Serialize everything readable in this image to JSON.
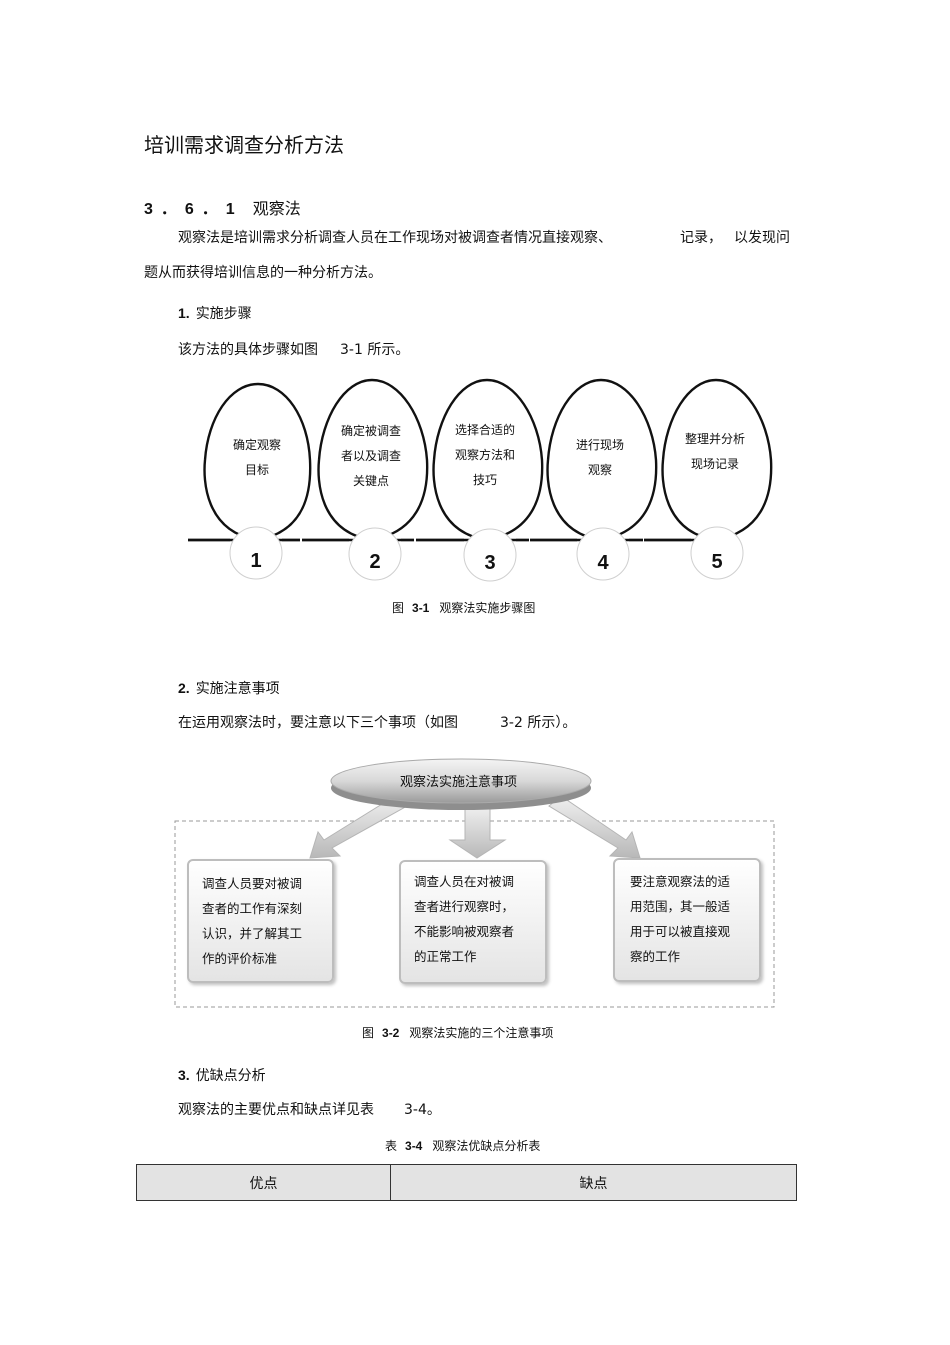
{
  "doc": {
    "title": "培训需求调查分析方法",
    "section": {
      "number": "3．6．1",
      "title": "观察法"
    },
    "intro": {
      "line1a": "观察法是培训需求分析调查人员在工作现场对被调查者情况直接观察、",
      "line1b": "记录，",
      "line1c": "以发现问",
      "line2": "题从而获得培训信息的一种分析方法。"
    },
    "step1": {
      "num": "1.",
      "heading": "实施步骤",
      "text_a": "该方法的具体步骤如图",
      "text_b": "3-1 所示。"
    },
    "fig1": {
      "steps": [
        {
          "num": "1",
          "line1": "确定观察",
          "line2": "目标",
          "line3": ""
        },
        {
          "num": "2",
          "line1": "确定被调查",
          "line2": "者以及调查",
          "line3": "关键点"
        },
        {
          "num": "3",
          "line1": "选择合适的",
          "line2": "观察方法和",
          "line3": "技巧"
        },
        {
          "num": "4",
          "line1": "进行现场",
          "line2": "观察",
          "line3": ""
        },
        {
          "num": "5",
          "line1": "整理并分析",
          "line2": "现场记录",
          "line3": ""
        }
      ],
      "caption": {
        "prefix": "图",
        "num": "3-1",
        "text": "观察法实施步骤图"
      }
    },
    "step2": {
      "num": "2.",
      "heading": "实施注意事项",
      "text_a": "在运用观察法时，要注意以下三个事项（如图",
      "text_b": "3-2 所示）。"
    },
    "fig2": {
      "disc_label": "观察法实施注意事项",
      "boxes": [
        {
          "text": "调查人员要对被调查者的工作有深刻认识，并了解其工作的评价标准"
        },
        {
          "text": "调查人员在对被调查者进行观察时，不能影响被观察者的正常工作"
        },
        {
          "text": "要注意观察法的适用范围，其一般适用于可以被直接观察的工作"
        }
      ],
      "caption": {
        "prefix": "图",
        "num": "3-2",
        "text": "观察法实施的三个注意事项"
      }
    },
    "step3": {
      "num": "3.",
      "heading": "优缺点分析",
      "text_a": "观察法的主要优点和缺点详见表",
      "text_b": "3-4。"
    },
    "table": {
      "caption": {
        "prefix": "表",
        "num": "3-4",
        "text": "观察法优缺点分析表"
      },
      "headers": [
        "优点",
        "缺点"
      ]
    }
  }
}
